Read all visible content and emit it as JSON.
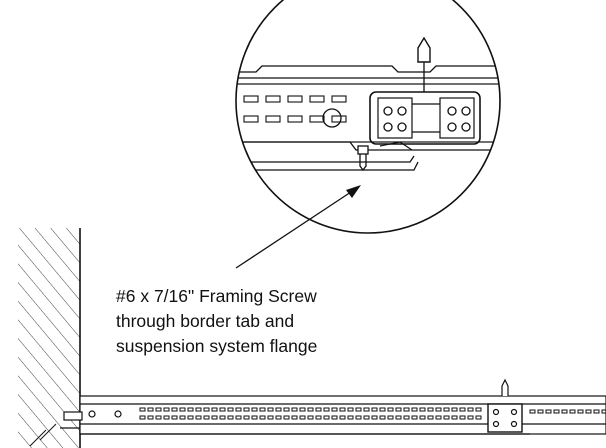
{
  "callout": {
    "lines": [
      "#6 x 7/16\" Framing Screw",
      "through border tab and",
      "suspension system flange"
    ]
  },
  "icons": {
    "screw": "framing-screw-icon",
    "detail": "detail-magnifier-circle"
  }
}
